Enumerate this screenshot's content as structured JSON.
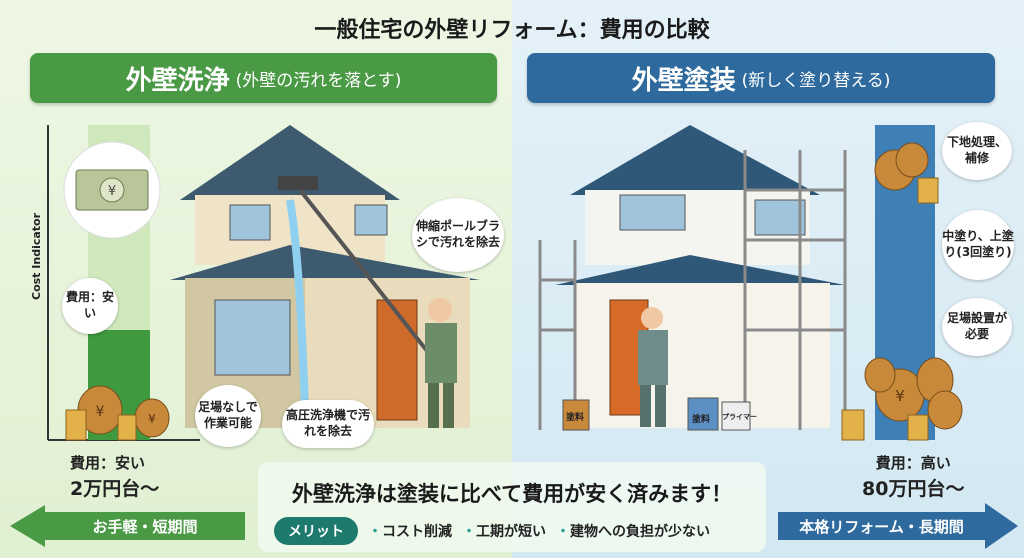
{
  "title": "一般住宅の外壁リフォーム：費用の比較",
  "left": {
    "banner_main": "外壁洗浄",
    "banner_sub": "(外壁の汚れを落とす)",
    "axis_label": "Cost Indicator",
    "cost_bubble": "費用：安い",
    "callouts": [
      "伸縮ポールブラシで汚れを除去",
      "足場なしで作業可能",
      "高圧洗浄機で汚れを除去"
    ],
    "cost_label": "費用：安い",
    "cost_value": "2万円台〜",
    "arrow_label": "お手軽・短期間",
    "color": "#4a9a45"
  },
  "right": {
    "banner_main": "外壁塗装",
    "banner_sub": "(新しく塗り替える)",
    "callouts": [
      "下地処理、補修",
      "中塗り、上塗り(3回塗り)",
      "足場設置が必要"
    ],
    "can_labels": [
      "塗料",
      "塗料",
      "プライマー"
    ],
    "cost_label": "費用：高い",
    "cost_value": "80万円台〜",
    "arrow_label": "本格リフォーム・長期間",
    "color": "#2e6a9e"
  },
  "summary": {
    "headline": "外壁洗浄は塗装に比べて費用が安く済みます！",
    "merit_tag": "メリット",
    "merits": [
      "コスト削減",
      "工期が短い",
      "建物への負担が少ない"
    ]
  }
}
